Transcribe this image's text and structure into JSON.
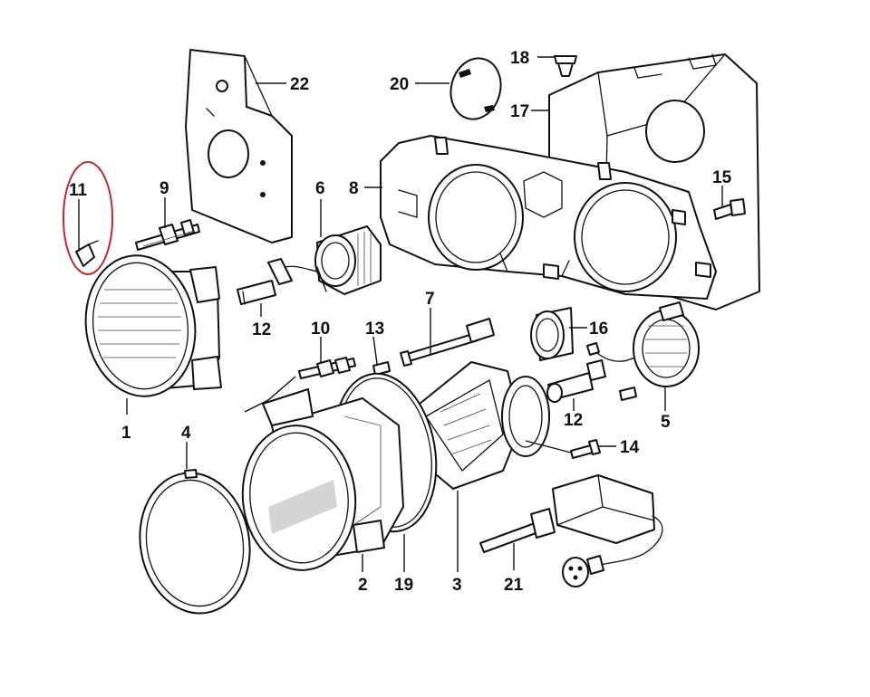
{
  "colors": {
    "line": "#111111",
    "highlight": "#c0282d",
    "background": "#ffffff"
  },
  "highlighted_part": "11",
  "callouts": {
    "p1": "1",
    "p2": "2",
    "p3": "3",
    "p4": "4",
    "p5": "5",
    "p6": "6",
    "p7": "7",
    "p8": "8",
    "p9": "9",
    "p10": "10",
    "p11": "11",
    "p12a": "12",
    "p12b": "12",
    "p13": "13",
    "p14": "14",
    "p15": "15",
    "p16": "16",
    "p17": "17",
    "p18": "18",
    "p19": "19",
    "p20": "20",
    "p21": "21",
    "p22": "22"
  }
}
